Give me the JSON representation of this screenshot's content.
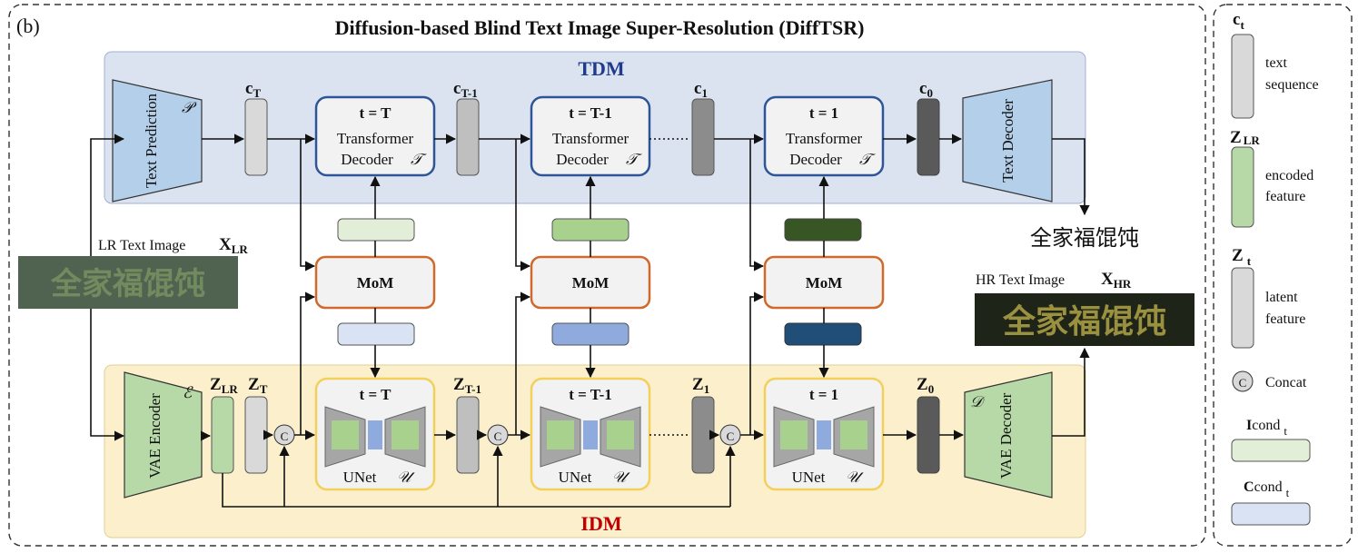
{
  "figure": {
    "panel_label": "(b)",
    "title": "Diffusion-based Blind Text Image Super-Resolution (DiffTSR)"
  },
  "tdm": {
    "label": "TDM",
    "label_color": "#1f3b8c",
    "text_prediction": "Text Prediction",
    "text_prediction_symbol": "𝒫",
    "text_decoder": "Text Decoder",
    "steps": [
      {
        "t": "t = T",
        "line1": "Transformer",
        "line2": "Decoder",
        "symbol": "𝒯"
      },
      {
        "t": "t = T-1",
        "line1": "Transformer",
        "line2": "Decoder",
        "symbol": "𝒯"
      },
      {
        "t": "t = 1",
        "line1": "Transformer",
        "line2": "Decoder",
        "symbol": "𝒯"
      }
    ],
    "c_labels": [
      {
        "base": "c",
        "sub": "T"
      },
      {
        "base": "c",
        "sub": "T-1"
      },
      {
        "base": "c",
        "sub": "1"
      },
      {
        "base": "c",
        "sub": "0"
      }
    ],
    "output_text": "全家福馄饨"
  },
  "mom": {
    "label": "MoM"
  },
  "idm": {
    "label": "IDM",
    "label_color": "#c00000",
    "vae_encoder": "VAE Encoder",
    "vae_encoder_symbol": "ℰ",
    "vae_decoder": "VAE Decoder",
    "vae_decoder_symbol": "𝒟",
    "concat": "C",
    "steps": [
      {
        "t": "t = T",
        "unet": "UNet",
        "symbol": "𝒰"
      },
      {
        "t": "t = T-1",
        "unet": "UNet",
        "symbol": "𝒰"
      },
      {
        "t": "t = 1",
        "unet": "UNet",
        "symbol": "𝒰"
      }
    ],
    "z_labels": [
      {
        "base": "Z",
        "sub": "LR"
      },
      {
        "base": "Z",
        "sub": "T"
      },
      {
        "base": "Z",
        "sub": "T-1"
      },
      {
        "base": "Z",
        "sub": "1"
      },
      {
        "base": "Z",
        "sub": "0"
      }
    ]
  },
  "inputs": {
    "lr_label": "LR Text Image",
    "lr_symbol": "X",
    "lr_sub": "LR",
    "hr_label": "HR Text Image",
    "hr_symbol": "X",
    "hr_sub": "HR",
    "hr_image_text": "全家福馄饨",
    "lr_image_text": "全家福馄饨"
  },
  "legend": [
    {
      "symbol": "c",
      "sub": "t",
      "desc1": "text",
      "desc2": "sequence"
    },
    {
      "symbol": "Z",
      "sub": "LR",
      "desc1": "encoded",
      "desc2": "feature"
    },
    {
      "symbol": "Z",
      "sub": "t",
      "desc1": "latent",
      "desc2": "feature"
    },
    {
      "symbol": "C",
      "desc1": "Concat"
    },
    {
      "symbol": "I",
      "rest": "cond",
      "sub": "t"
    },
    {
      "symbol": "C",
      "rest": "cond",
      "sub": "t"
    }
  ],
  "colors": {
    "tdm_bg": "#dbe3f1",
    "idm_bg": "#fbefcc",
    "text_pred_fill": "#b4cfe9",
    "vae_fill": "#b7d9a8",
    "transformer_border": "#2e5597",
    "unet_border": "#f3cf5b",
    "mom_border": "#d0692c",
    "icond_step1": "#e2eed8",
    "icond_step2": "#a9d18e",
    "icond_step3": "#375623",
    "ccond_step1": "#dae3f3",
    "ccond_step2": "#8faadc",
    "ccond_step3": "#1f4e79"
  }
}
